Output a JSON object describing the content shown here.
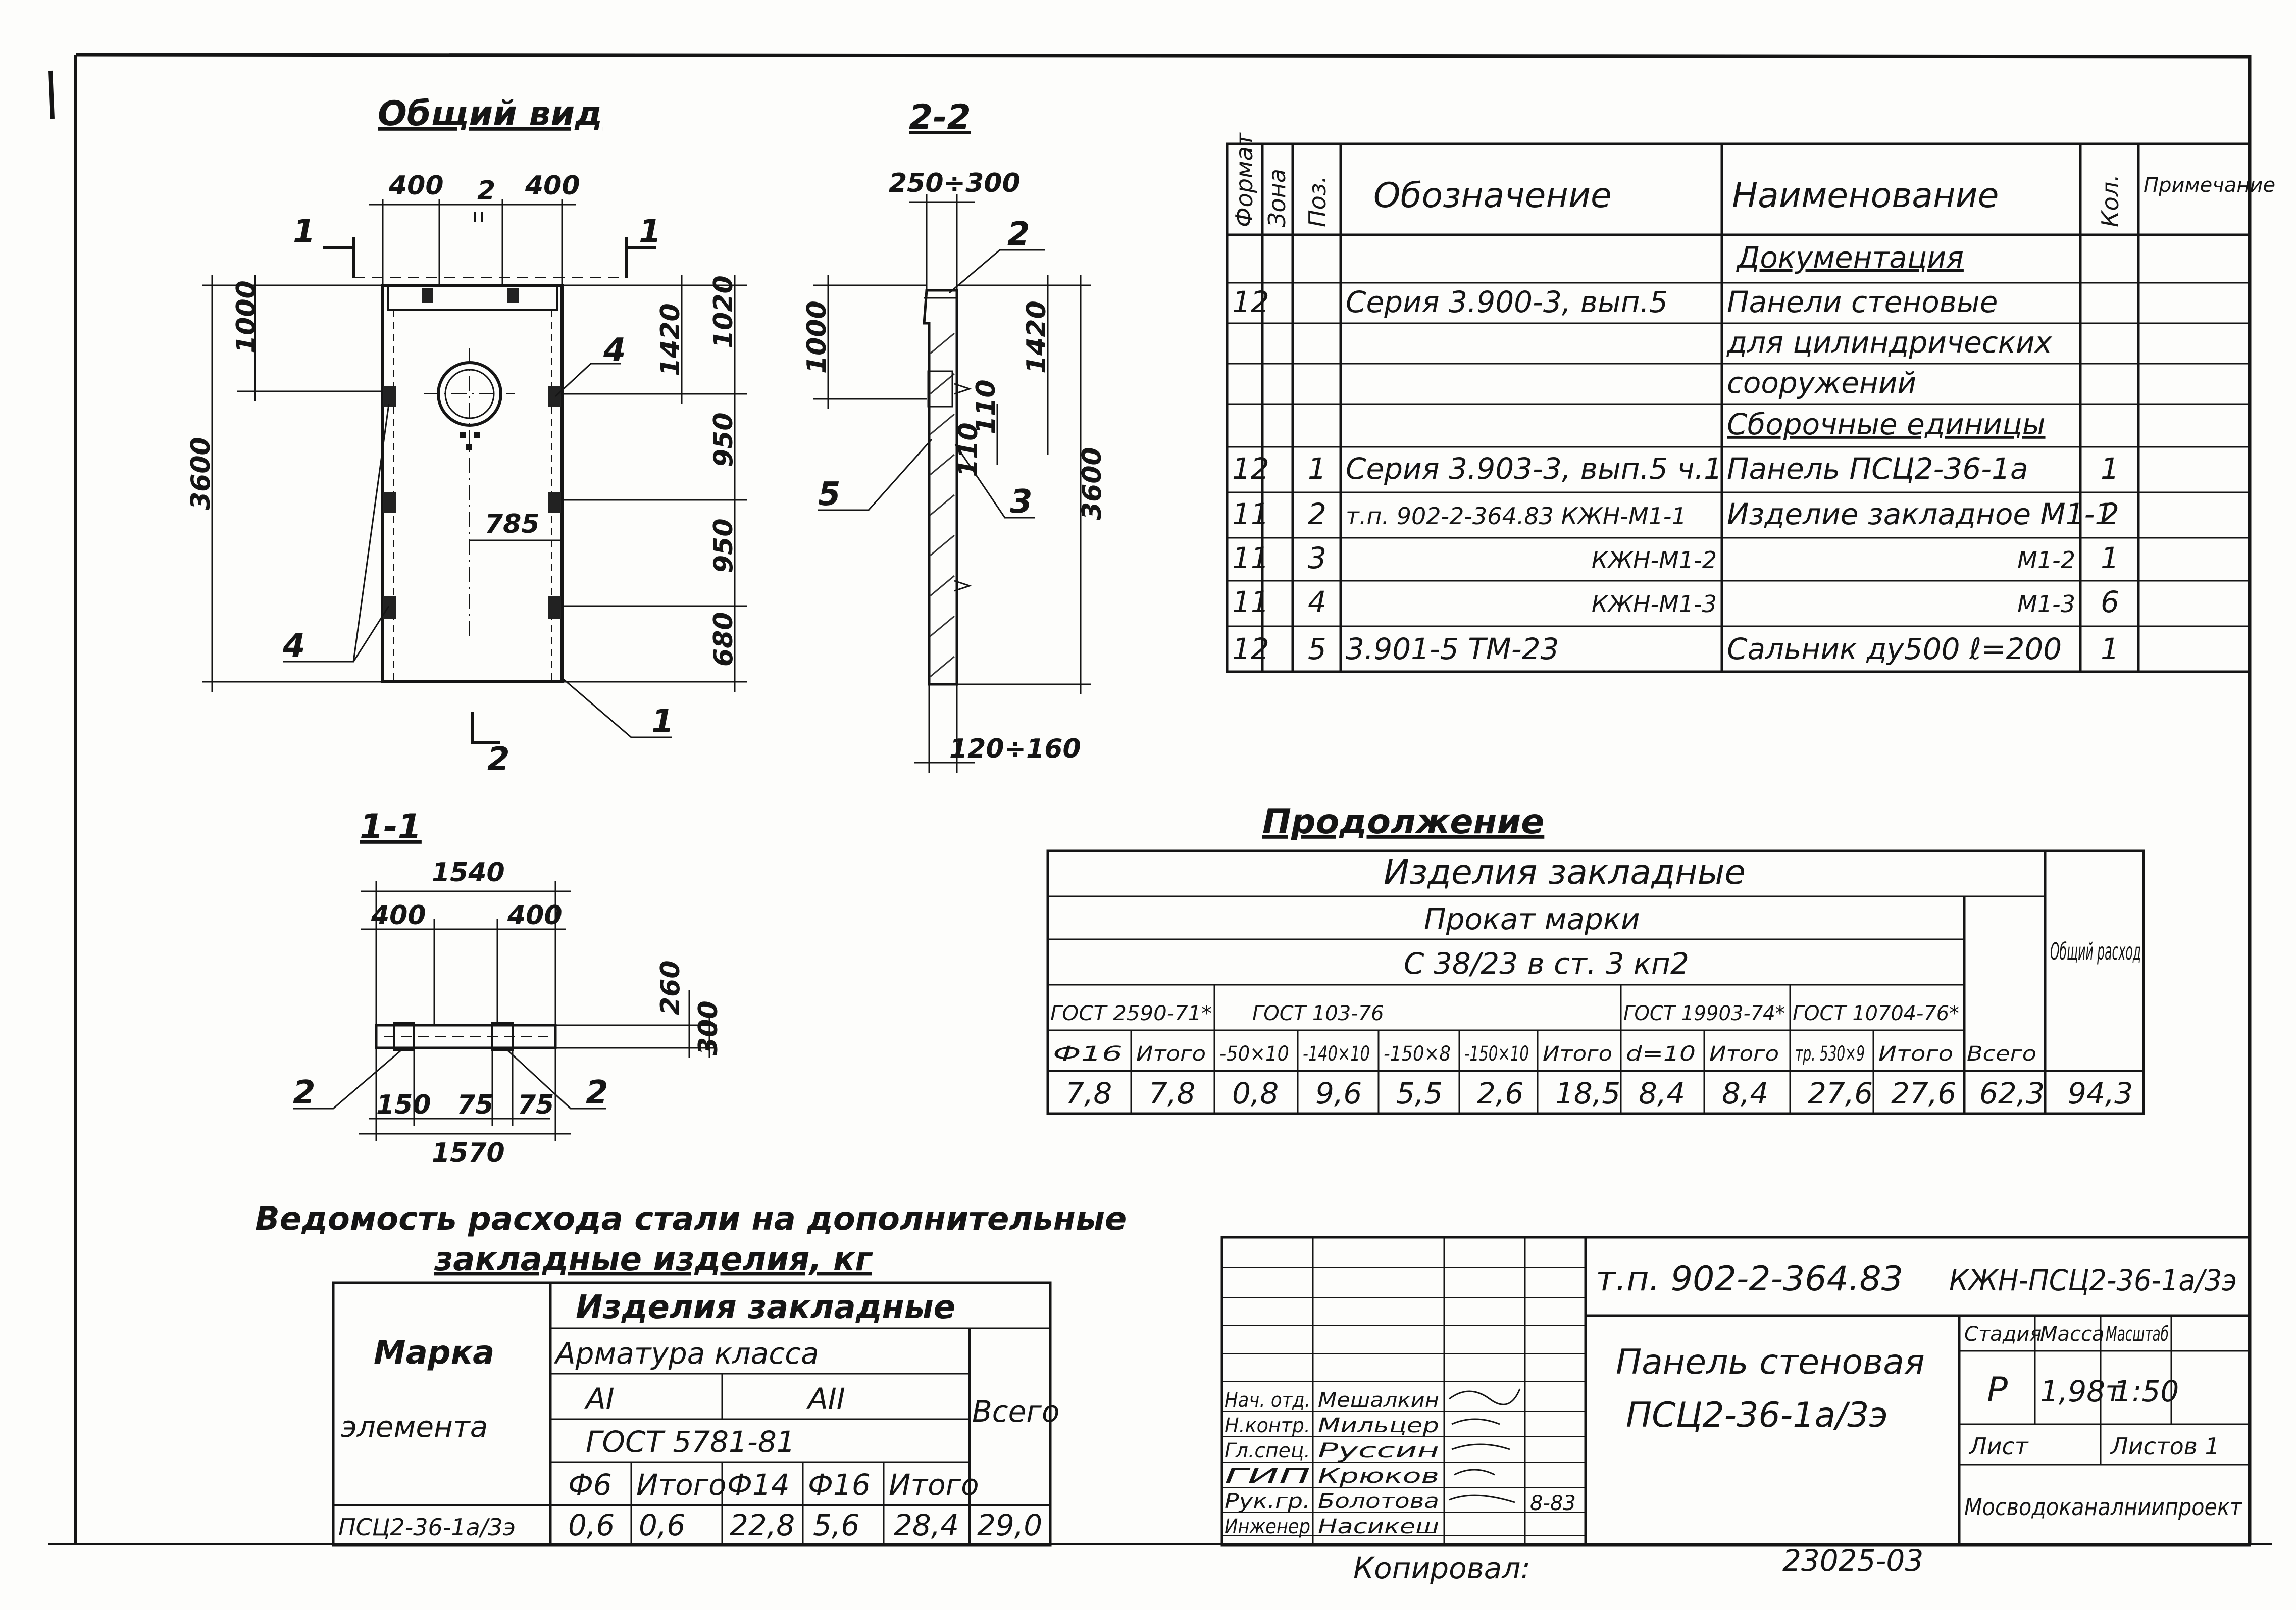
{
  "views": {
    "general_title": "Общий вид",
    "section22_title": "2-2",
    "section11_title": "1-1",
    "general_dims": {
      "w400a": "400",
      "w2": "2",
      "w400b": "400",
      "d1000": "1000",
      "d3600": "3600",
      "d1420": "1420",
      "d1020": "1020",
      "d950a": "950",
      "d950b": "950",
      "d680": "680",
      "d785": "785"
    },
    "general_labels": {
      "cut1_left": "1",
      "cut1_right": "1",
      "cut2": "2",
      "m4_top": "4",
      "m4_bottom": "4",
      "m1": "1"
    },
    "section22_dims": {
      "top": "250÷300",
      "d1000": "1000",
      "d1420": "1420",
      "d110a": "110",
      "d110b": "110",
      "d3600": "3600",
      "bottom": "120÷160"
    },
    "section22_labels": {
      "m2": "2",
      "m5": "5",
      "m3": "3"
    },
    "section11_dims": {
      "d1540": "1540",
      "d400a": "400",
      "d400b": "400",
      "d260": "260",
      "d300": "300",
      "d150": "150",
      "d75a": "75",
      "d75b": "75",
      "d1570": "1570"
    },
    "section11_labels": {
      "m2_left": "2",
      "m2_right": "2"
    }
  },
  "spec_table": {
    "headers": [
      "Формат",
      "Зона",
      "Поз.",
      "Обозначение",
      "Наименование",
      "Кол.",
      "Примечание"
    ],
    "rows": [
      [
        "",
        "",
        "",
        "",
        "Документация",
        "",
        ""
      ],
      [
        "12",
        "",
        "",
        "Серия 3.900-3, вып.5",
        "Панели стеновые",
        "",
        ""
      ],
      [
        "",
        "",
        "",
        "",
        "для цилиндрических",
        "",
        ""
      ],
      [
        "",
        "",
        "",
        "",
        "сооружений",
        "",
        ""
      ],
      [
        "",
        "",
        "",
        "",
        "Сборочные единицы",
        "",
        ""
      ],
      [
        "12",
        "",
        "1",
        "Серия 3.903-3, вып.5 ч.1",
        "Панель ПСЦ2-36-1а",
        "1",
        ""
      ],
      [
        "11",
        "",
        "2",
        "т.п. 902-2-364.83 КЖН-М1-1",
        "Изделие закладное М1-1",
        "2",
        ""
      ],
      [
        "11",
        "",
        "3",
        "КЖН-М1-2",
        "М1-2",
        "1",
        ""
      ],
      [
        "11",
        "",
        "4",
        "КЖН-М1-3",
        "М1-3",
        "6",
        ""
      ],
      [
        "12",
        "",
        "5",
        "3.901-5   ТМ-23",
        "Сальник ду500   ℓ=200",
        "1",
        ""
      ]
    ]
  },
  "continuation": {
    "title": "Продолжение",
    "row1": "Изделия закладные",
    "row2": "Прокат марки",
    "row3": "С 38/23  в ст. 3 кп2",
    "general_header": "Общий расход",
    "gosts": [
      "ГОСТ 2590-71*",
      "ГОСТ 103-76",
      "ГОСТ 19903-74*",
      "ГОСТ 10704-76*"
    ],
    "columns": [
      "Ф16",
      "Итого",
      "-50×10",
      "-140×10",
      "-150×8",
      "-150×10",
      "Итого",
      "d=10",
      "Итого",
      "тр. 530×9",
      "Итого",
      "Всего"
    ],
    "values": [
      "7,8",
      "7,8",
      "0,8",
      "9,6",
      "5,5",
      "2,6",
      "18,5",
      "8,4",
      "8,4",
      "27,6",
      "27,6",
      "62,3",
      "94,3"
    ]
  },
  "steel": {
    "title_line1": "Ведомость расхода стали на дополнительные",
    "title_line2": "закладные изделия, кг",
    "mark_header": "Марка элемента",
    "group_header": "Изделия закладные",
    "rebar_header": "Арматура класса",
    "class_a1": "АI",
    "class_a2": "АII",
    "gost": "ГОСТ 5781-81",
    "total_header": "Всего",
    "cols": [
      "Ф6",
      "Итого",
      "Ф14",
      "Ф16",
      "Итого"
    ],
    "row": [
      "ПСЦ2-36-1а/3э",
      "0,6",
      "0,6",
      "22,8",
      "5,6",
      "28,4",
      "29,0"
    ]
  },
  "title_block": {
    "project_code": "т.п. 902-2-364.83",
    "doc_code": "КЖН-ПСЦ2-36-1а/3э",
    "title_line1": "Панель стеновая",
    "title_line2": "ПСЦ2-36-1а/3э",
    "stage_header": "Стадия",
    "mass_header": "Масса",
    "scale_header": "Масштаб",
    "stage": "Р",
    "mass": "1,98т",
    "scale": "1:50",
    "sheet_label": "Лист",
    "sheets_label": "Листов 1",
    "org": "Мосводоканалниипроект",
    "staff": [
      [
        "Нач. отд.",
        "Мешалкин"
      ],
      [
        "Н.контр.",
        "Мильцер"
      ],
      [
        "Гл.спец.",
        "Руссин"
      ],
      [
        "ГИП",
        "Крюков"
      ],
      [
        "Рук.гр.",
        "Болотова"
      ],
      [
        "Инженер",
        "Насикеш"
      ]
    ],
    "date_mark": "8-83",
    "copied": "Копировал:",
    "bottom_code": "23025-03"
  }
}
